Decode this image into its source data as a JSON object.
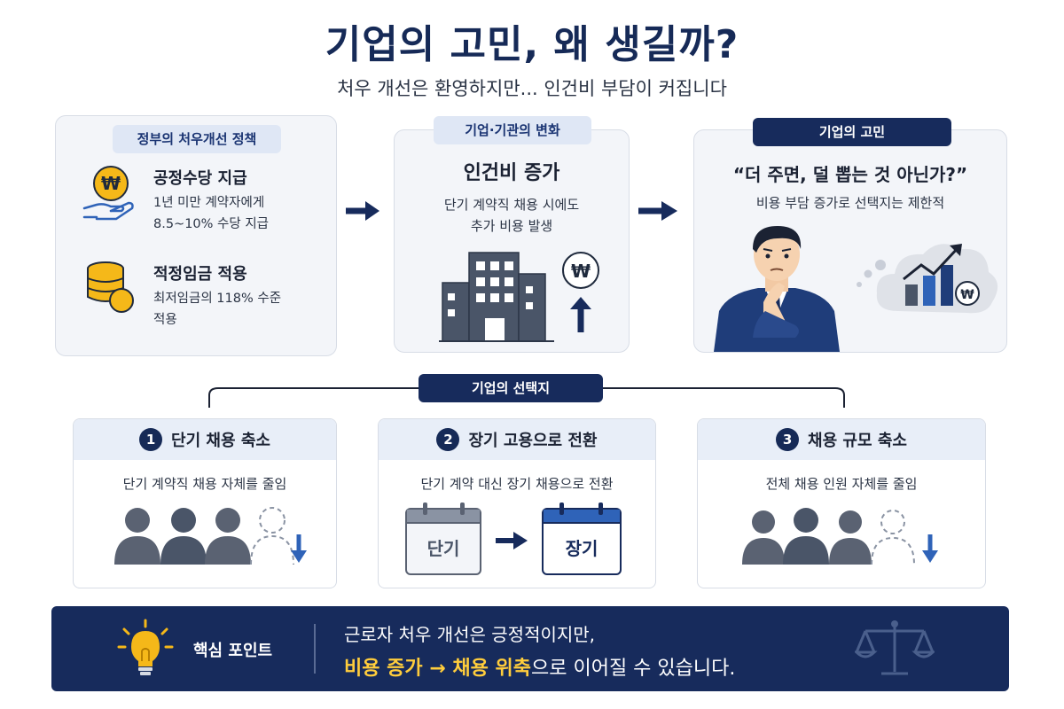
{
  "header": {
    "title": "기업의 고민, 왜 생길까?",
    "subtitle": "처우 개선은 환영하지만... 인건비 부담이 커집니다"
  },
  "policy": {
    "label": "정부의 처우개선 정책",
    "item1_title": "공정수당 지급",
    "item1_line1": "1년 미만 계약자에게",
    "item1_line2": "8.5~10% 수당 지급",
    "item2_title": "적정임금 적용",
    "item2_line1": "최저임금의 118% 수준",
    "item2_line2": "적용"
  },
  "change": {
    "label": "기업·기관의 변화",
    "heading": "인건비 증가",
    "line1": "단기 계약직 채용 시에도",
    "line2": "추가 비용 발생"
  },
  "worry": {
    "label": "기업의 고민",
    "quote": "“더 주면, 덜 뽑는 것 아닌가?”",
    "desc": "비용 부담 증가로 선택지는 제한적"
  },
  "choices": {
    "label": "기업의 선택지",
    "c1_num": "1",
    "c1_title": "단기 채용 축소",
    "c1_desc": "단기 계약직 채용 자체를 줄임",
    "c2_num": "2",
    "c2_title": "장기 고용으로 전환",
    "c2_desc": "단기 계약 대신 장기 채용으로 전환",
    "c2_short": "단기",
    "c2_long": "장기",
    "c3_num": "3",
    "c3_title": "채용 규모 축소",
    "c3_desc": "전체 채용 인원 자체를 줄임"
  },
  "banner": {
    "key_label": "핵심 포인트",
    "line1": "근로자 처우 개선은 긍정적이지만,",
    "highlight": "비용 증가 → 채용 위축",
    "line2_rest": "으로 이어질 수 있습니다."
  },
  "colors": {
    "navy": "#172b5c",
    "light_blue": "#dfe7f5",
    "gold": "#f5b819",
    "accent_blue": "#2f63b8",
    "highlight": "#ffcd3c"
  },
  "symbols": {
    "won": "₩"
  }
}
